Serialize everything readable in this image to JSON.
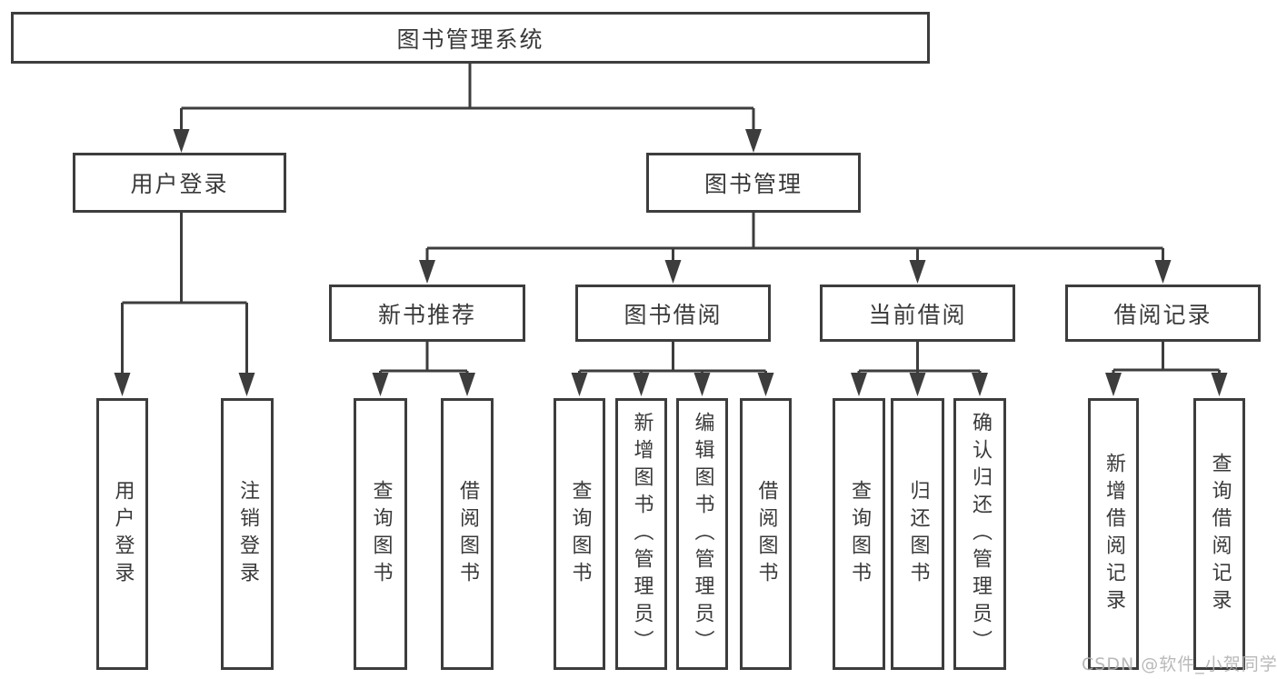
{
  "diagram": {
    "root": {
      "label": "图书管理系统"
    },
    "level2": [
      {
        "label": "用户登录"
      },
      {
        "label": "图书管理"
      }
    ],
    "level3": [
      {
        "label": "新书推荐"
      },
      {
        "label": "图书借阅"
      },
      {
        "label": "当前借阅"
      },
      {
        "label": "借阅记录"
      }
    ],
    "leaves": {
      "user_login": [
        "用户登录",
        "注销登录"
      ],
      "new_book": [
        "查询图书",
        "借阅图书"
      ],
      "book_borrow": [
        "查询图书",
        "新增图书（管理员）",
        "编辑图书（管理员）",
        "借阅图书"
      ],
      "current_borrow": [
        "查询图书",
        "归还图书",
        "确认归还（管理员）"
      ],
      "borrow_records": [
        "新增借阅记录",
        "查询借阅记录"
      ]
    }
  },
  "watermark": {
    "text": "CSDN @软件_小贺同学"
  },
  "colors": {
    "line": "#3d3d3d",
    "text": "#3a3a3a",
    "watermark": "#b0b0b0",
    "background": "#ffffff"
  }
}
